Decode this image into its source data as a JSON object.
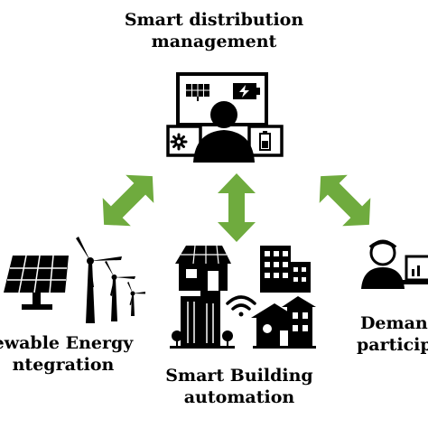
{
  "labels": {
    "top": [
      "Smart distribution",
      "management"
    ],
    "left": [
      "ewable Energy",
      "ntegration"
    ],
    "bottom": [
      "Smart Building",
      "automation"
    ],
    "right": [
      "Demand",
      "participa"
    ]
  },
  "colors": {
    "arrow": "#6fab3e",
    "icon": "#000000"
  },
  "icons": [
    "operator-monitor-icon",
    "solar-panel-icon",
    "wind-turbine-icon",
    "house-icon",
    "apartment-building-icon",
    "office-building-icon",
    "wifi-icon",
    "residential-house-icon",
    "user-laptop-icon"
  ]
}
